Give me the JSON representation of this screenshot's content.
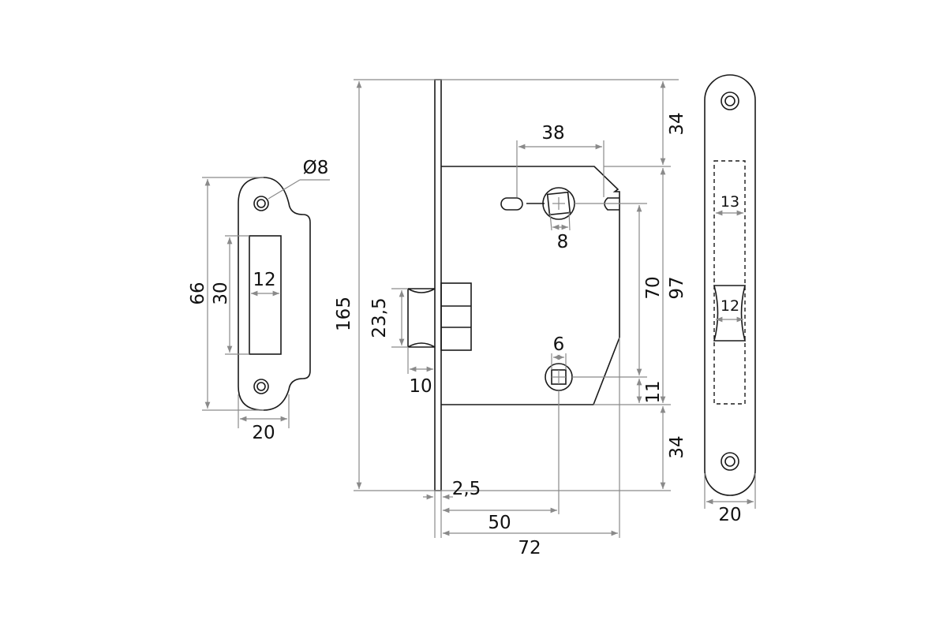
{
  "colors": {
    "outline": "#1a1a1a",
    "dimension": "#8a8a8a",
    "background": "#ffffff"
  },
  "strike_plate": {
    "hole_diameter": "Ø8",
    "height": "66",
    "opening_height": "30",
    "opening_width": "12",
    "width": "20"
  },
  "lock_body": {
    "total_height": "165",
    "latch_height": "23,5",
    "latch_projection": "10",
    "faceplate_thickness": "2,5",
    "backset": "50",
    "body_depth": "72",
    "screw_spacing": "38",
    "spindle_square": "8",
    "bolt_square": "6",
    "top_offset": "34",
    "body_height": "97",
    "bottom_offset": "34",
    "center_distance": "70",
    "lower_offset": "11"
  },
  "faceplate": {
    "body_width": "13",
    "latch_width": "12",
    "width": "20"
  }
}
